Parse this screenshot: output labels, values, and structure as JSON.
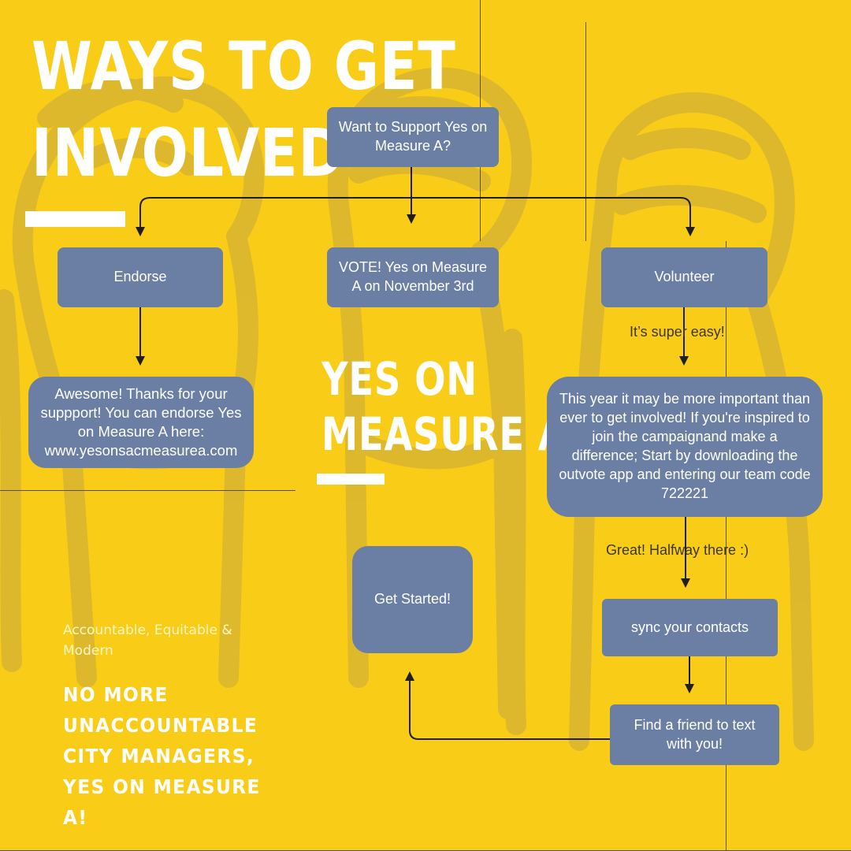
{
  "header": {
    "title_line1": "WAYS TO GET",
    "title_line2": "INVOLVED"
  },
  "center": {
    "title_line1": "YES ON",
    "title_line2": "MEASURE A"
  },
  "flowchart": {
    "start": "Want to Support Yes on Measure A?",
    "endorse": "Endorse",
    "vote": "VOTE! Yes on Measure A on November 3rd",
    "volunteer": "Volunteer",
    "endorse_detail": "Awesome! Thanks for your suppport! You can endorse Yes on Measure A here: www.yesonsacmeasurea.com",
    "note_easy": "It’s super easy!",
    "volunteer_detail": "This year it may be more important than ever to get involved! If you're inspired to join the campaignand make a difference; Start by downloading the outvote app and entering our team code 722221",
    "note_halfway": "Great! Halfway there :)",
    "sync": "sync your contacts",
    "find_friend": "Find a friend to text with you!",
    "get_started": "Get Started!"
  },
  "footer": {
    "tagline": "Accountable, Equitable & Modern",
    "slogan": "NO MORE UNACCOUNTABLE CITY MANAGERS, YES ON MEASURE A!"
  },
  "colors": {
    "background": "#f9cd17",
    "box": "#6b7ea3",
    "text_light": "#ffffff",
    "connector": "#1f1f1f"
  }
}
